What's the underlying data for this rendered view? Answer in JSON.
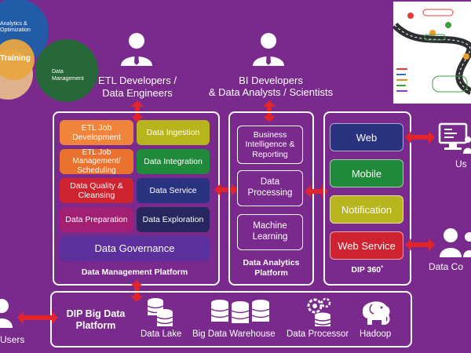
{
  "colors": {
    "background": "#7a2a8c",
    "orange": "#f0843a",
    "orange_dark": "#e9722e",
    "olive": "#b8b41e",
    "green": "#1e8a3a",
    "red": "#cf2330",
    "magenta": "#a21f73",
    "navy": "#2a3380",
    "dark_navy": "#28265e",
    "purple_box": "#5b2f9c",
    "arrow_red": "#e3242b"
  },
  "venn": {
    "circle_1": "Analytics & Optimization",
    "circle_2": "Training",
    "circle_3": "Data Management"
  },
  "roles": {
    "etl": "ETL Developers / Data Engineers",
    "bi_line1": "BI Developers",
    "bi_line2": "& Data Analysts / Scientists"
  },
  "data_management": {
    "title": "Data Management Platform",
    "boxes": {
      "etl_job_dev": "ETL Job Development",
      "data_ingestion": "Data Ingestion",
      "etl_job_mgmt": "ETL Job Management/ Scheduling",
      "data_integration": "Data Integration",
      "data_quality": "Data Quality & Cleansing",
      "data_service": "Data Service",
      "data_preparation": "Data Preparation",
      "data_exploration": "Data Exploration",
      "data_governance": "Data Governance"
    }
  },
  "analytics": {
    "title_line1": "Data Analytics",
    "title_line2": "Platform",
    "boxes": {
      "bi": "Business Intelligence & Reporting",
      "processing": "Data Processing",
      "ml": "Machine Learning"
    }
  },
  "dip360": {
    "title": "DIP 360˚",
    "buttons": {
      "web": "Web",
      "mobile": "Mobile",
      "notification": "Notification",
      "web_service": "Web Service"
    }
  },
  "bigdata": {
    "title_line1": "DIP Big Data",
    "title_line2": "Platform",
    "items": {
      "lake": "Data Lake",
      "warehouse": "Big Data Warehouse",
      "processor": "Data Processor",
      "hadoop": "Hadoop"
    }
  },
  "users": {
    "right_top": "Us",
    "right_bottom": "Data Co",
    "left": "Users"
  }
}
